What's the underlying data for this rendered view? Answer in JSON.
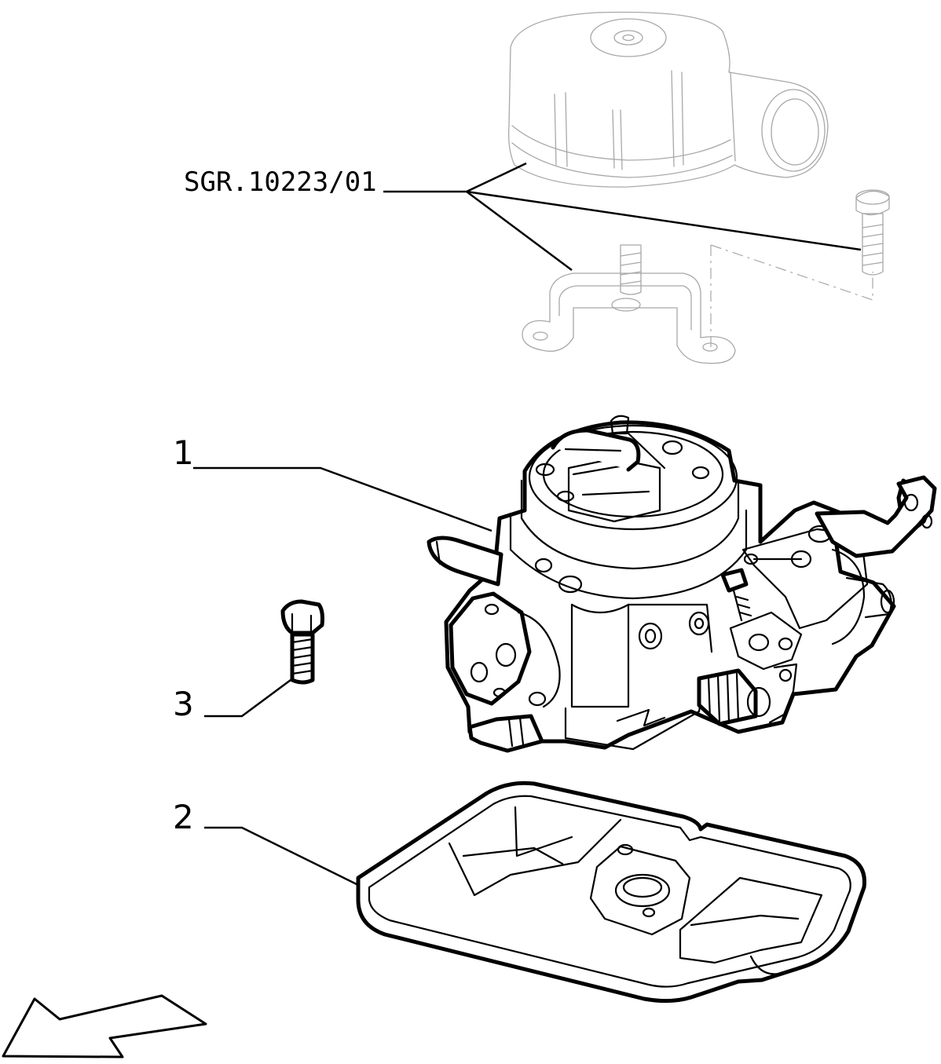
{
  "diagram": {
    "reference_label": "SGR.10223/01",
    "callouts": [
      {
        "number": "1",
        "part": "carburettor"
      },
      {
        "number": "2",
        "part": "gasket"
      },
      {
        "number": "3",
        "part": "screw"
      }
    ],
    "icons": [
      "direction-arrow-icon"
    ]
  }
}
